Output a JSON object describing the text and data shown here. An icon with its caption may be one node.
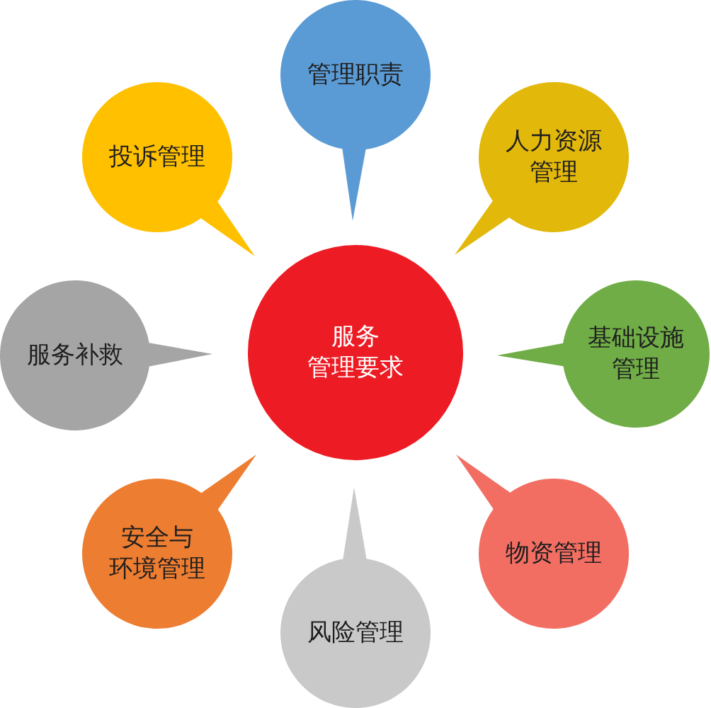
{
  "diagram": {
    "nodes": [
      {
        "text": [
          "服务管理要求"
        ]
      },
      {
        "text": [
          "管理职责"
        ]
      },
      {
        "text": [
          "人力资源管理"
        ]
      },
      {
        "text": [
          "基础设施管理"
        ]
      },
      {
        "text": [
          "物资管理"
        ]
      },
      {
        "text": [
          "风险管理"
        ]
      },
      {
        "text": [
          "安全与环境管理"
        ]
      },
      {
        "text": [
          "服务补救"
        ]
      },
      {
        "text": [
          "投诉管理"
        ]
      }
    ]
  }
}
